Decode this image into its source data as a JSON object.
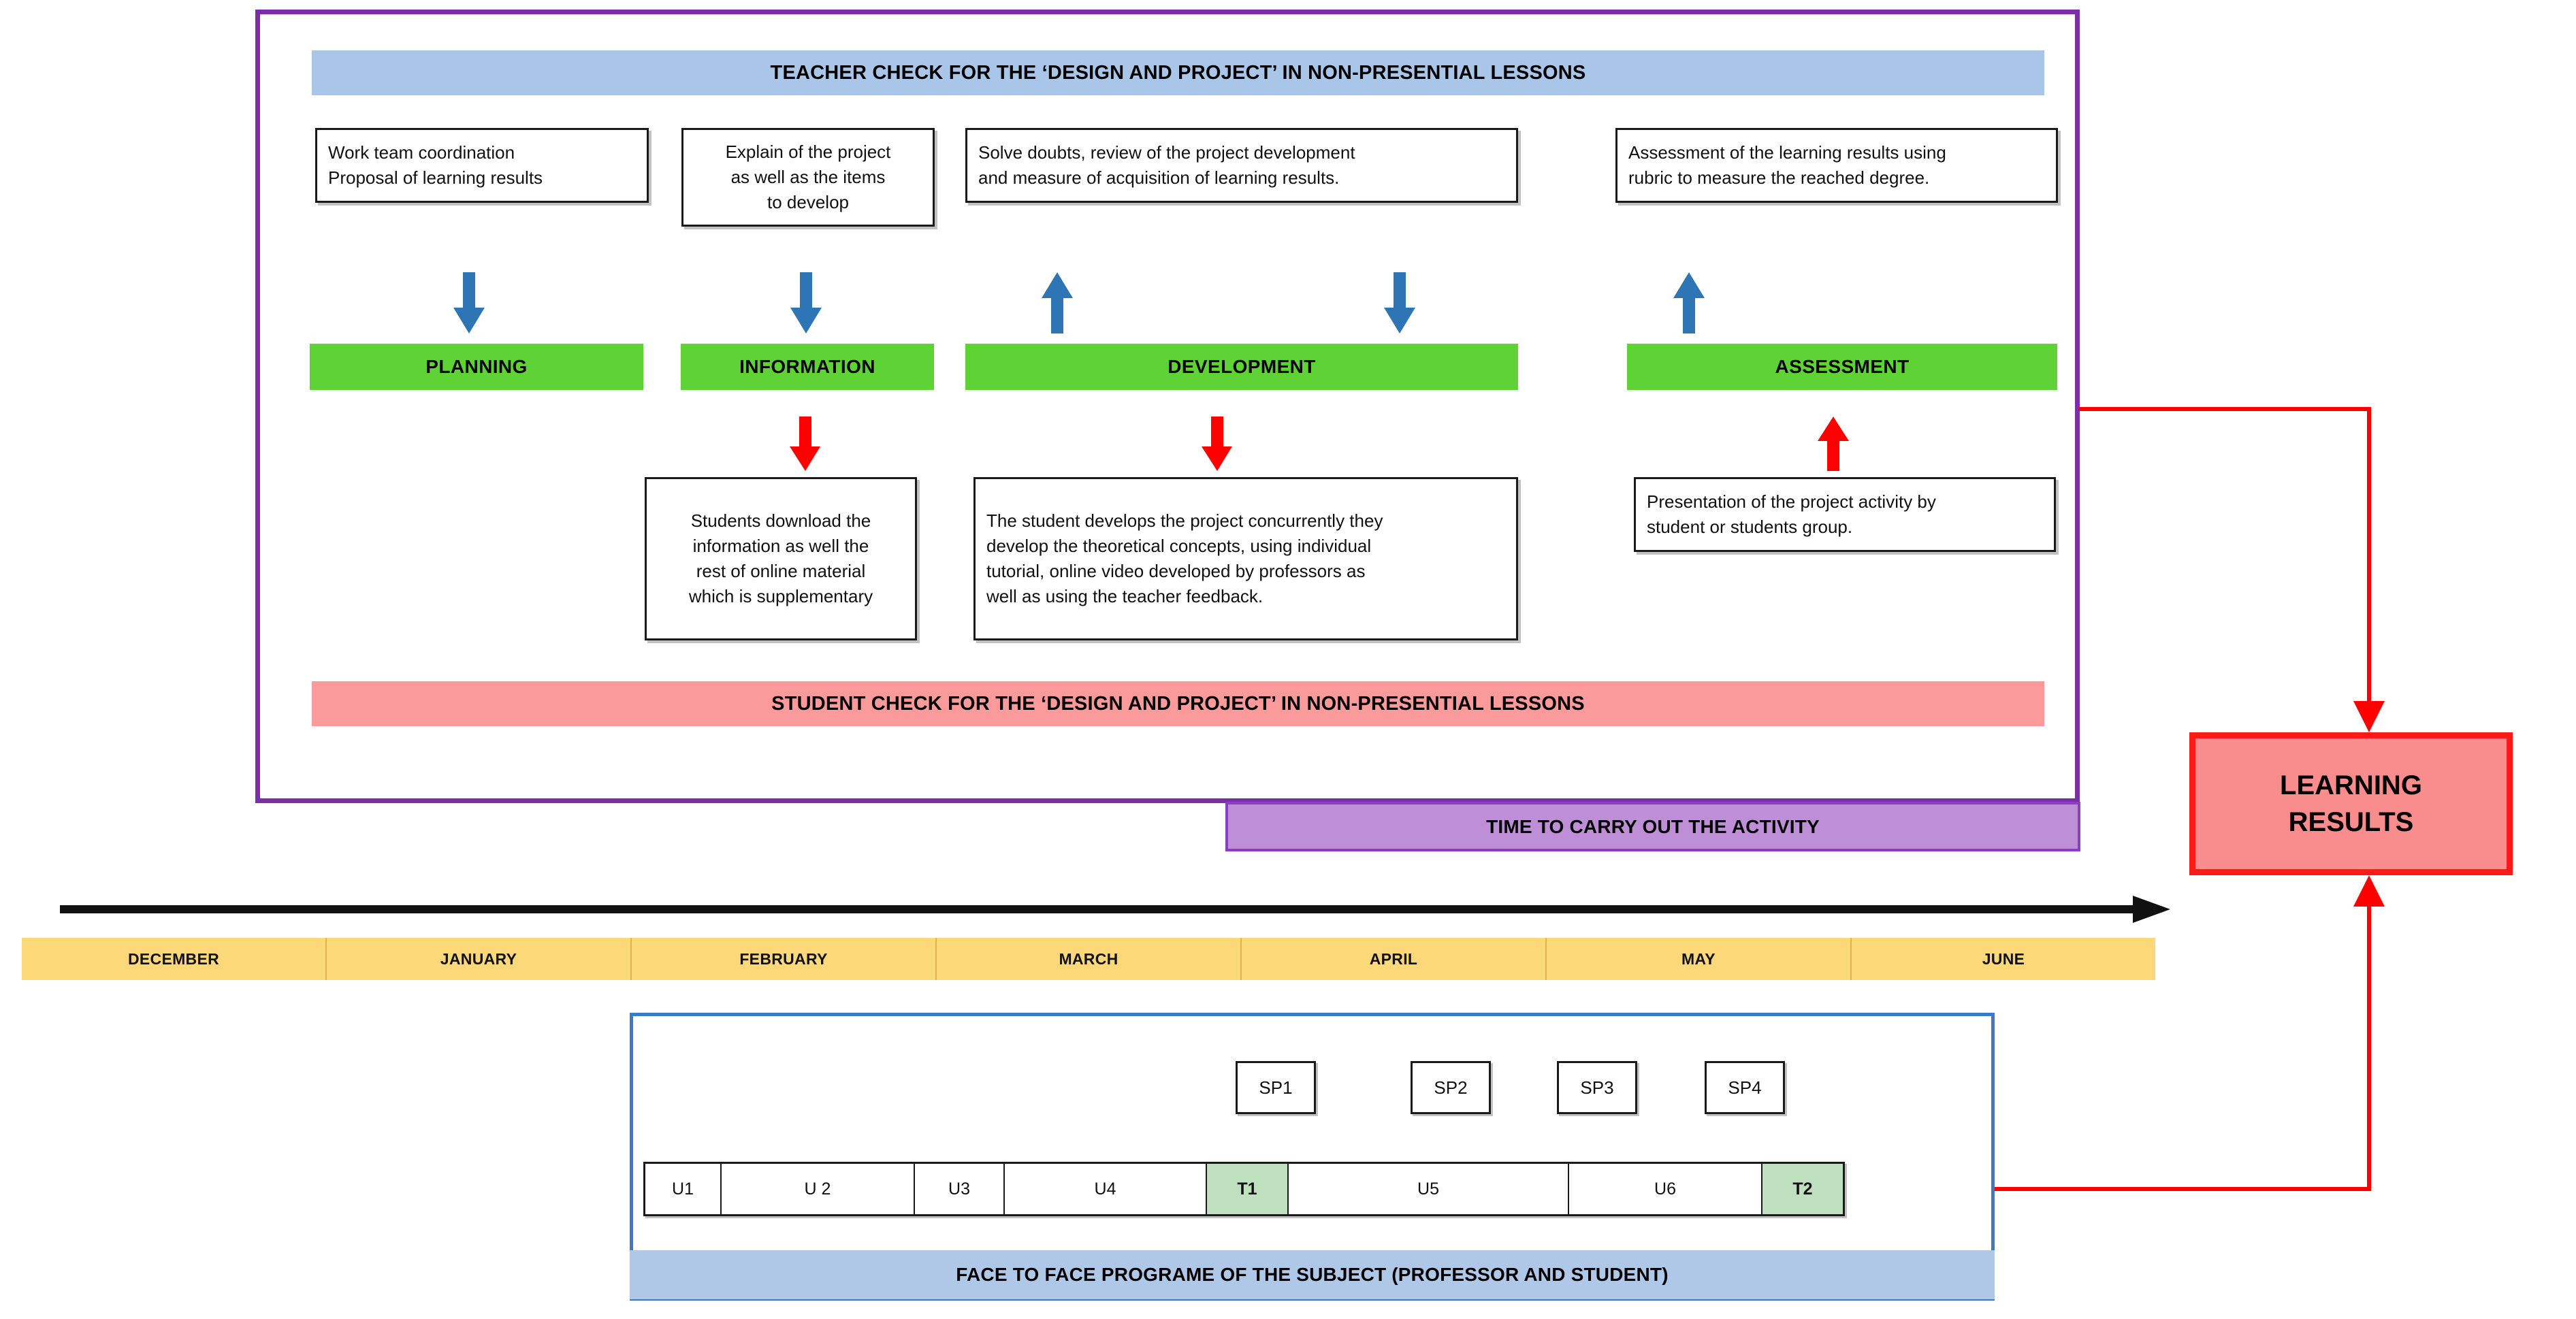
{
  "diagram": {
    "title": "Teacher and student check flow for the 'Design and Project' in non-presential lessons"
  },
  "banners": {
    "teacher_check": "TEACHER CHECK FOR THE ‘DESIGN AND PROJECT’ IN NON-PRESENTIAL LESSONS",
    "student_check": "STUDENT CHECK FOR THE ‘DESIGN AND PROJECT’ IN NON-PRESENTIAL LESSONS",
    "time_activity": "TIME TO CARRY OUT THE ACTIVITY",
    "face_to_face": "FACE TO FACE PROGRAME OF THE SUBJECT (PROFESSOR AND STUDENT)"
  },
  "teacher_boxes": [
    {
      "line1": "Work team coordination",
      "line2": "Proposal of learning results"
    },
    {
      "line1": "Explain of the project",
      "line2": "as well as the items",
      "line3": "to develop"
    },
    {
      "line1": "Solve doubts, review of the project development",
      "line2": "and measure of acquisition of learning results."
    },
    {
      "line1": "Assessment of the learning results using",
      "line2": "rubric to measure the reached degree."
    }
  ],
  "phases": [
    {
      "label": "PLANNING"
    },
    {
      "label": "INFORMATION"
    },
    {
      "label": "DEVELOPMENT"
    },
    {
      "label": "ASSESSMENT"
    }
  ],
  "student_boxes": [
    {
      "line1": "Students download the",
      "line2": "information as well the",
      "line3": "rest of online material",
      "line4": "which is supplementary"
    },
    {
      "line1": "The student develops the project concurrently they",
      "line2": "develop the theoretical concepts, using individual",
      "line3": "tutorial, online video developed by professors as",
      "line4": "well as using the teacher feedback."
    },
    {
      "line1": "Presentation of the project activity by",
      "line2": "student or students group."
    }
  ],
  "timeline": {
    "months": [
      "DECEMBER",
      "JANUARY",
      "FEBRUARY",
      "MARCH",
      "APRIL",
      "MAY",
      "JUNE"
    ]
  },
  "programme": {
    "sp_boxes": [
      "SP1",
      "SP2",
      "SP3",
      "SP4"
    ],
    "units": [
      {
        "label": "U1",
        "type": "unit"
      },
      {
        "label": "U 2",
        "type": "unit"
      },
      {
        "label": "U3",
        "type": "unit"
      },
      {
        "label": "U4",
        "type": "unit"
      },
      {
        "label": "T1",
        "type": "test"
      },
      {
        "label": "U5",
        "type": "unit"
      },
      {
        "label": "U6",
        "type": "unit"
      },
      {
        "label": "T2",
        "type": "test"
      }
    ]
  },
  "outcome": {
    "line1": "LEARNING",
    "line2": "RESULTS"
  },
  "colors": {
    "teacher_banner": "#A9C5E8",
    "student_banner": "#FB9A9A",
    "time_banner": "#BE8FD6",
    "face_banner": "#AFC8E8",
    "phase_green": "#5FD336",
    "month_yellow": "#FCD878",
    "test_green": "#BEE0BE",
    "outcome_fill": "#F98C8C",
    "outcome_border": "#FF1A1A",
    "container_purple": "#7A2FA8",
    "container_blue": "#3A7BC8",
    "arrow_blue": "#2E75B6",
    "arrow_red": "#FF0000"
  }
}
